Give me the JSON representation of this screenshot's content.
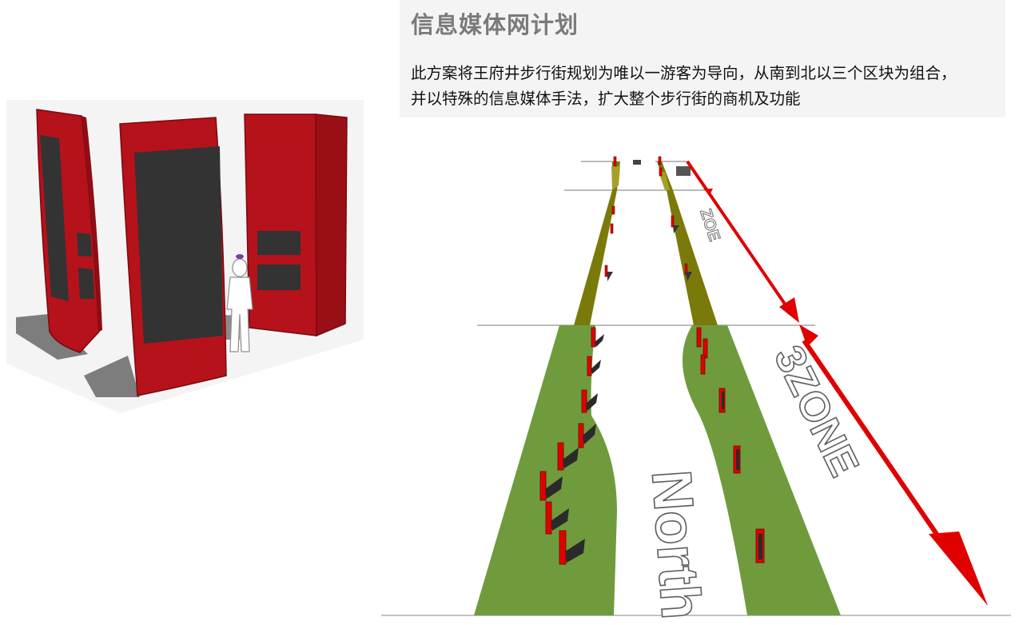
{
  "header": {
    "title": "信息媒体网计划",
    "description_line1": "此方案将王府井步行街规划为唯以一游客为导向，从南到北以三个区块为组合，",
    "description_line2": "并以特殊的信息媒体手法，扩大整个步行街的商机及功能"
  },
  "plan": {
    "label_north": "North",
    "label_zone": "3ZONE",
    "label_zone_far": "ZOE"
  },
  "colors": {
    "kiosk_red": "#b5121b",
    "screen_dark": "#333333",
    "near_strip": "#6f9b3d",
    "far_strip": "#7a7a0a",
    "arrow_red": "#e00000",
    "header_bg": "#f4f4f4"
  }
}
